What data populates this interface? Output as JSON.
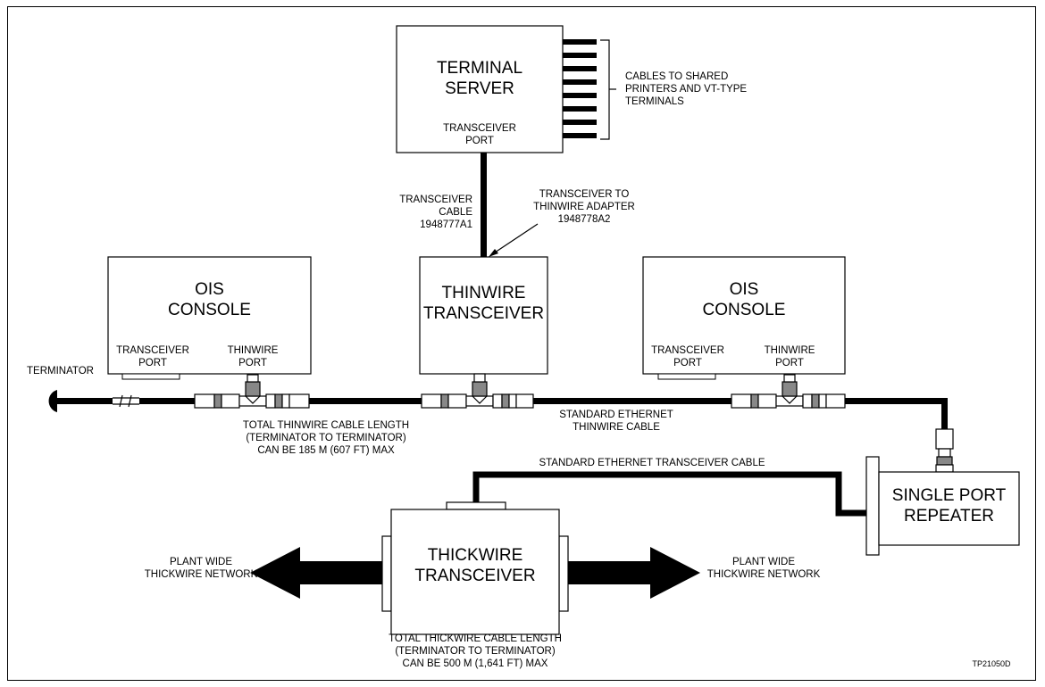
{
  "terminal_server": {
    "title": "TERMINAL\nSERVER",
    "port": "TRANSCEIVER\nPORT"
  },
  "cables_note": "CABLES TO SHARED\nPRINTERS AND VT-TYPE\nTERMINALS",
  "transceiver_cable": "TRANSCEIVER\nCABLE\n1948777A1",
  "adapter_note": "TRANSCEIVER TO\nTHINWIRE ADAPTER\n1948778A2",
  "ois_console_left": {
    "title": "OIS\nCONSOLE",
    "port1": "TRANSCEIVER\nPORT",
    "port2": "THINWIRE\nPORT"
  },
  "thinwire_transceiver": {
    "title": "THINWIRE\nTRANSCEIVER"
  },
  "ois_console_right": {
    "title": "OIS\nCONSOLE",
    "port1": "TRANSCEIVER\nPORT",
    "port2": "THINWIRE\nPORT"
  },
  "terminator": "TERMINATOR",
  "thinwire_length_note": "TOTAL THINWIRE CABLE LENGTH\n(TERMINATOR TO TERMINATOR)\nCAN BE 185 M (607 FT) MAX",
  "thinwire_cable": "STANDARD ETHERNET\nTHINWIRE CABLE",
  "transceiver_cable_std": "STANDARD ETHERNET TRANSCEIVER CABLE",
  "repeater": {
    "title": "SINGLE PORT\nREPEATER"
  },
  "thickwire_transceiver": {
    "title": "THICKWIRE\nTRANSCEIVER"
  },
  "plant_left": "PLANT WIDE\nTHICKWIRE NETWORK",
  "plant_right": "PLANT WIDE\nTHICKWIRE NETWORK",
  "thickwire_length_note": "TOTAL THICKWIRE CABLE LENGTH\n(TERMINATOR TO TERMINATOR)\nCAN BE 500 M (1,641 FT) MAX",
  "figure_id": "TP21050D"
}
